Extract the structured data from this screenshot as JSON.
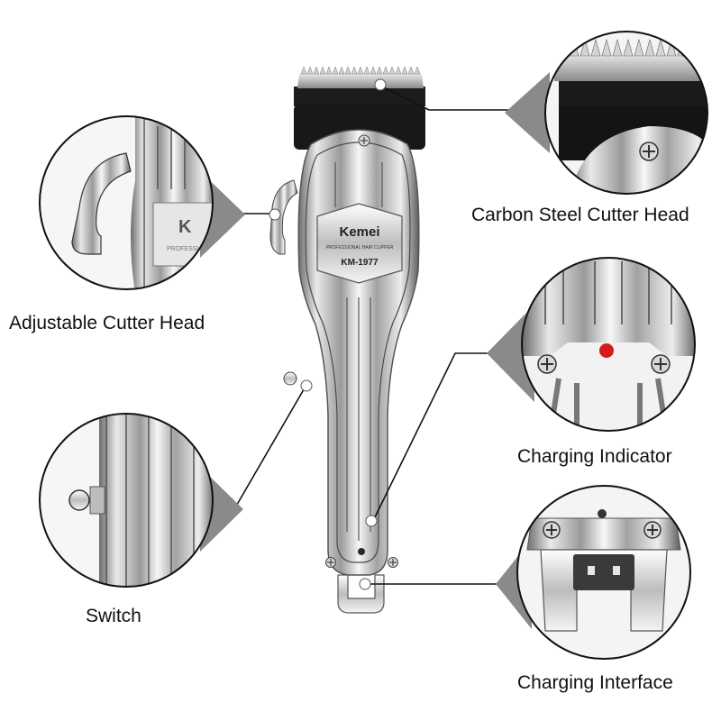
{
  "product": {
    "brand": "Kemei",
    "subtitle": "PROFESSIONAL HAIR CLIPPER",
    "model": "KM-1977"
  },
  "callouts": {
    "carbon_steel_cutter_head": "Carbon Steel Cutter Head",
    "adjustable_cutter_head": "Adjustable Cutter Head",
    "charging_indicator": "Charging Indicator",
    "switch": "Switch",
    "charging_interface": "Charging Interface"
  },
  "detail_badge_text": "K",
  "detail_badge_subtext": "PROFESSI",
  "colors": {
    "chrome_light": "#f2f2f2",
    "chrome_mid": "#b8b8b8",
    "chrome_dark": "#3a3a3a",
    "blade_black": "#151515",
    "indicator_red": "#d61a1a",
    "callout_gray": "#8a8a8a"
  }
}
